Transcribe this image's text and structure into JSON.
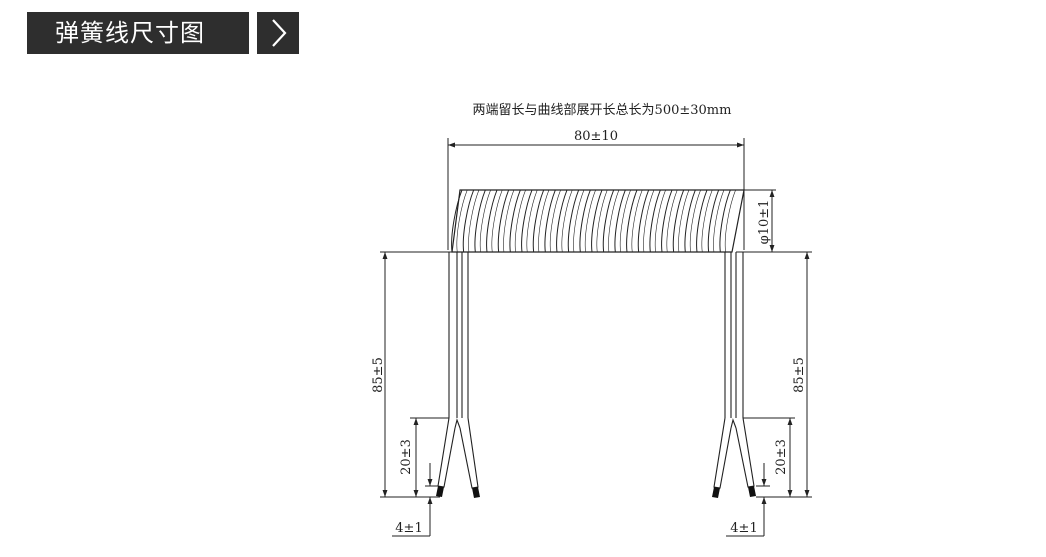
{
  "header": {
    "title": "弹簧线尺寸图",
    "arrow_icon": "chevron-right-icon"
  },
  "drawing": {
    "note": "两端留长与曲线部展开长总长为500±30mm",
    "coil_length": "80±10",
    "coil_diameter": "φ10±1",
    "lead_left": "85±5",
    "lead_right": "85±5",
    "split_left": "20±3",
    "split_right": "20±3",
    "strip_left": "4±1",
    "strip_right": "4±1"
  }
}
